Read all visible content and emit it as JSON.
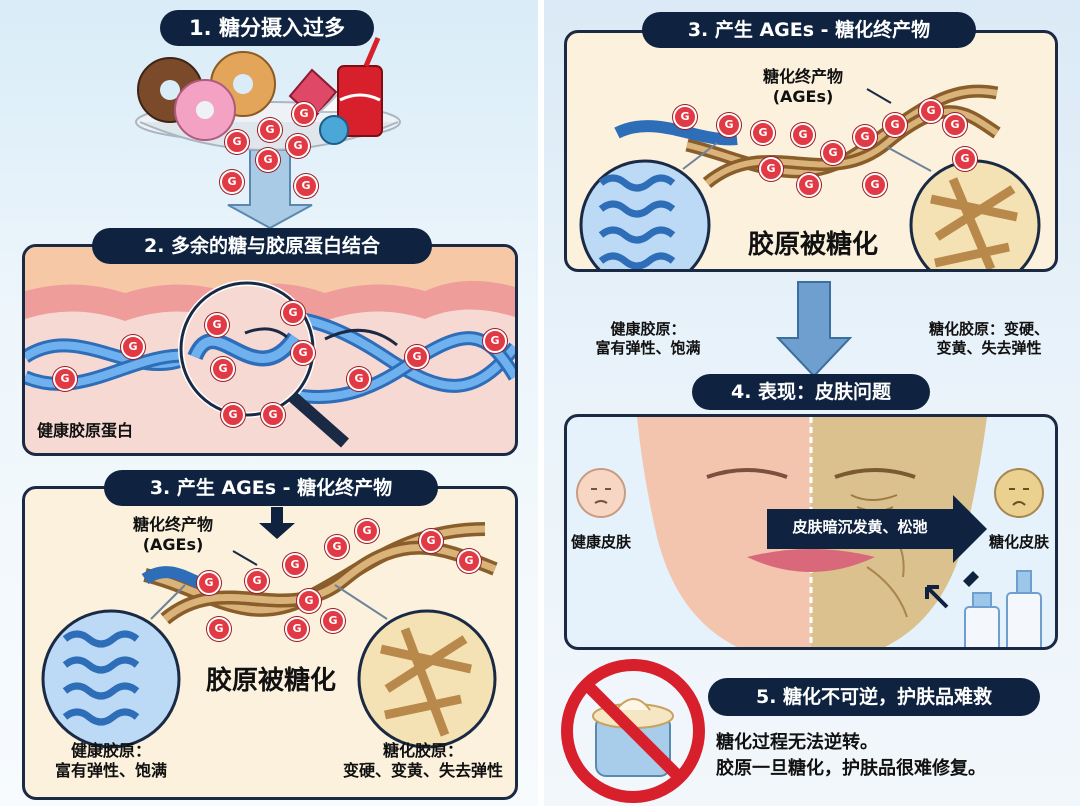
{
  "left": {
    "step1": {
      "title": "1. 糖分摄入过多"
    },
    "step2": {
      "title": "2. 多余的糖与胶原蛋白结合",
      "label": "健康胶原蛋白"
    },
    "step3": {
      "title": "3. 产生 AGEs - 糖化终产物",
      "ages_label_line1": "糖化终产物",
      "ages_label_line2": "(AGEs)",
      "center_label": "胶原被糖化",
      "healthy_line1": "健康胶原：",
      "healthy_line2": "富有弹性、饱满",
      "glycated_line1": "糖化胶原：",
      "glycated_line2": "变硬、变黄、失去弹性"
    }
  },
  "right": {
    "step3": {
      "title": "3. 产生 AGEs - 糖化终产物",
      "ages_label_line1": "糖化终产物",
      "ages_label_line2": "(AGEs)",
      "center_label": "胶原被糖化",
      "healthy_line1": "健康胶原：",
      "healthy_line2": "富有弹性、饱满",
      "glycated_line1": "糖化胶原：变硬、",
      "glycated_line2": "变黄、失去弹性"
    },
    "step4": {
      "title": "4. 表现：皮肤问题",
      "healthy_skin": "健康皮肤",
      "arrow_text": "皮肤暗沉发黄、松弛",
      "glycated_skin": "糖化皮肤"
    },
    "step5": {
      "title": "5. 糖化不可逆，护肤品难救",
      "line1": "糖化过程无法逆转。",
      "line2": "胶原一旦糖化，护肤品很难修复。"
    }
  },
  "glucose_mark": "G",
  "colors": {
    "navy": "#0f2340",
    "glucose_red": "#e23a45",
    "collagen_blue": "#3b82d6",
    "ages_brown": "#b8894a",
    "panel_cream": "#fbf1dc"
  }
}
